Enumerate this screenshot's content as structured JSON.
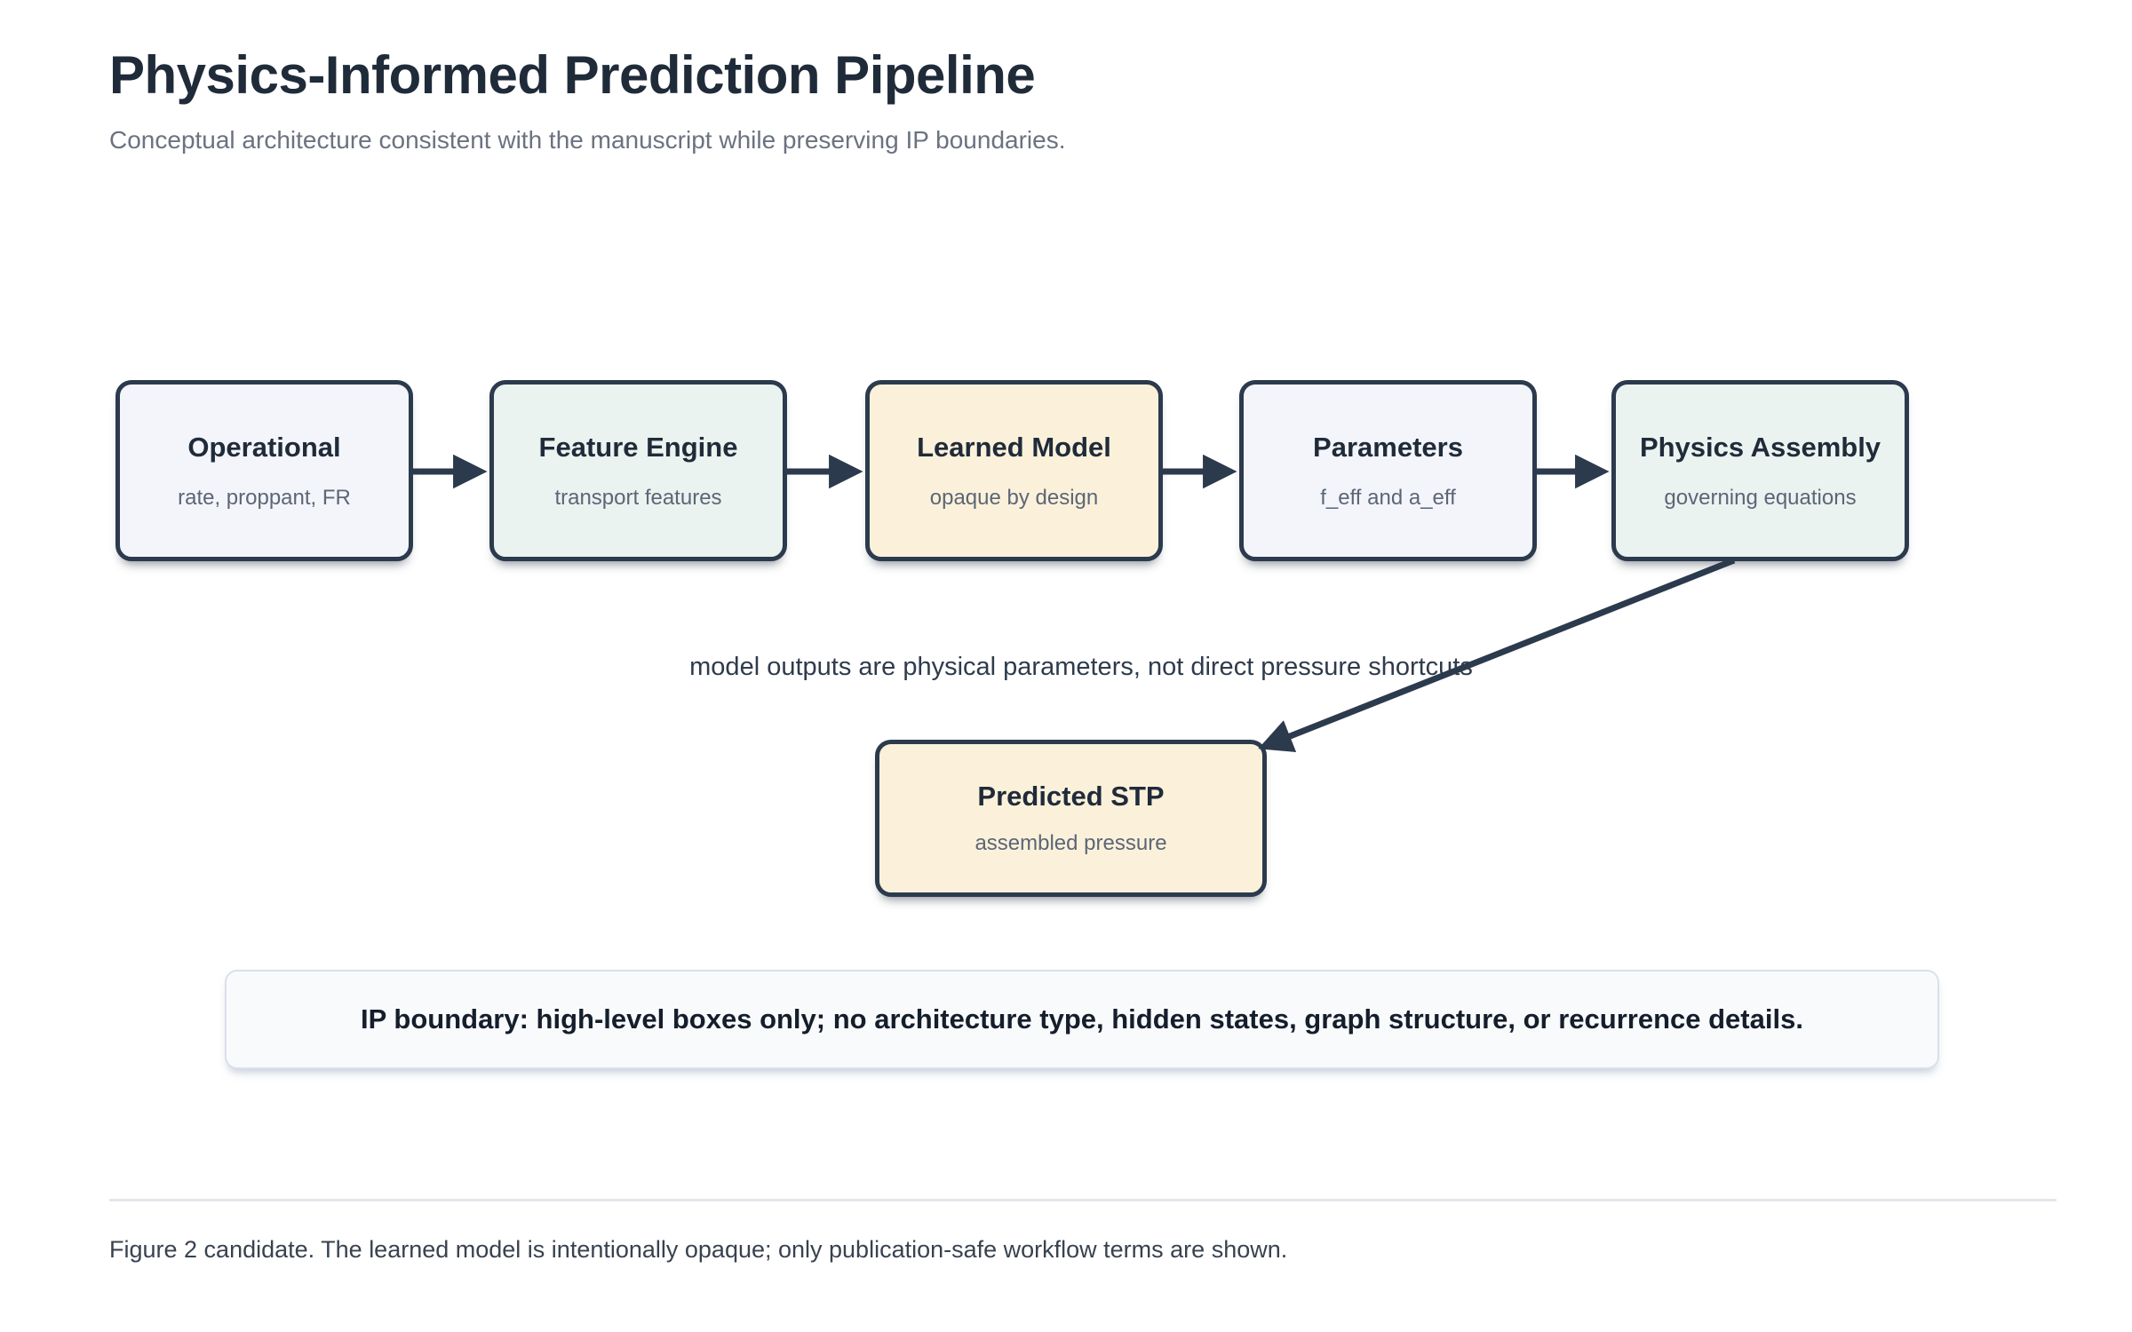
{
  "page": {
    "title": "Physics-Informed Prediction Pipeline",
    "subtitle": "Conceptual architecture consistent with the manuscript while preserving IP boundaries.",
    "footer": "Figure 2 candidate. The learned model is intentionally opaque; only publication-safe workflow terms are shown."
  },
  "diagram": {
    "type": "flowchart",
    "nodes": [
      {
        "id": "operational",
        "label": "Operational",
        "sublabel": "rate, proppant, FR",
        "fill": "#f3f5fa"
      },
      {
        "id": "feature-engine",
        "label": "Feature Engine",
        "sublabel": "transport features",
        "fill": "#eaf3ef"
      },
      {
        "id": "learned-model",
        "label": "Learned Model",
        "sublabel": "opaque by design",
        "fill": "#fbf1da"
      },
      {
        "id": "parameters",
        "label": "Parameters",
        "sublabel": "f_eff and a_eff",
        "fill": "#f3f5fa"
      },
      {
        "id": "physics-assembly",
        "label": "Physics Assembly",
        "sublabel": "governing equations",
        "fill": "#eaf3f0"
      },
      {
        "id": "predicted-stp",
        "label": "Predicted STP",
        "sublabel": "assembled pressure",
        "fill": "#fbf1da"
      }
    ],
    "edges": [
      {
        "from": "operational",
        "to": "feature-engine"
      },
      {
        "from": "feature-engine",
        "to": "learned-model"
      },
      {
        "from": "learned-model",
        "to": "parameters"
      },
      {
        "from": "parameters",
        "to": "physics-assembly"
      },
      {
        "from": "physics-assembly",
        "to": "predicted-stp"
      }
    ],
    "annotation": "model outputs are physical parameters, not direct pressure shortcuts",
    "note": "IP boundary: high-level boxes only; no architecture type, hidden states, graph structure, or recurrence details."
  },
  "colors": {
    "arrow": "#2c3a4d",
    "border": "#2c3a4d",
    "title_text": "#202b3a",
    "muted_text": "#6b7280",
    "node_fill_neutral": "#f3f5fa",
    "node_fill_mint": "#eaf3ef",
    "node_fill_cream": "#fbf1da",
    "note_fill": "#f8fafc",
    "note_border": "#dbe0e9"
  }
}
